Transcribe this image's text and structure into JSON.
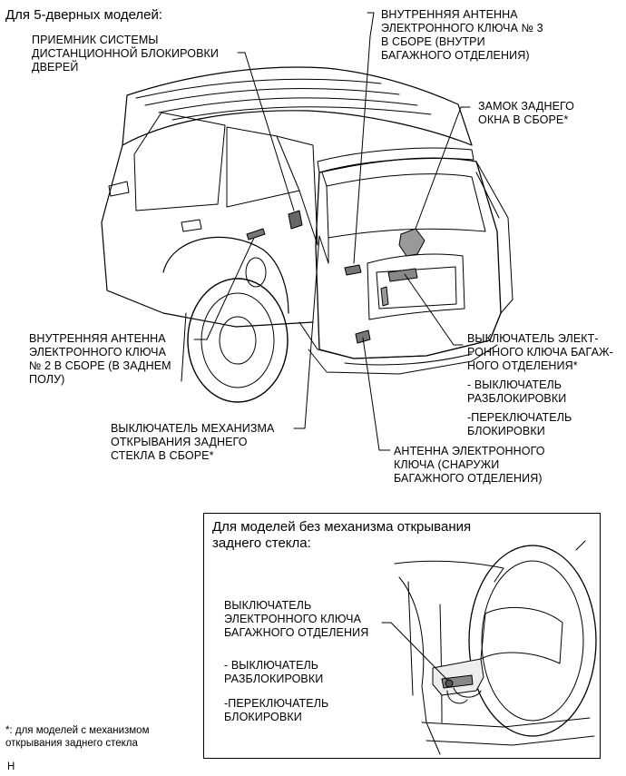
{
  "heading": "Для 5-дверных моделей:",
  "labels": {
    "remote_receiver": "ПРИЕМНИК СИСТЕМЫ\nДИСТАНЦИОННОЙ БЛОКИРОВКИ\nДВЕРЕЙ",
    "antenna_3": "ВНУТРЕННЯЯ АНТЕННА\nЭЛЕКТРОННОГО КЛЮЧА № 3\nВ СБОРЕ (ВНУТРИ\nБАГАЖНОГО ОТДЕЛЕНИЯ)",
    "window_lock": "ЗАМОК ЗАДНЕГО\nОКНА В СБОРЕ*",
    "antenna_2": "ВНУТРЕННЯЯ АНТЕННА\nЭЛЕКТРОННОГО КЛЮЧА\n№ 2 В СБОРЕ (В ЗАДНЕМ\nПОЛУ)",
    "key_switch": "ВЫКЛЮЧАТЕЛЬ ЭЛЕКТ-\nРОННОГО КЛЮЧА БАГАЖ-\nНОГО ОТДЕЛЕНИЯ*",
    "unlock_switch": "- ВЫКЛЮЧАТЕЛЬ\nРАЗБЛОКИРОВКИ",
    "lock_switch": "-ПЕРЕКЛЮЧАТЕЛЬ\nБЛОКИРОВКИ",
    "opener_switch": "ВЫКЛЮЧАТЕЛЬ МЕХАНИЗМА\nОТКРЫВАНИЯ ЗАДНЕГО\nСТЕКЛА В СБОРЕ*",
    "outside_antenna": "АНТЕННА ЭЛЕКТРОННОГО\nКЛЮЧА (СНАРУЖИ\nБАГАЖНОГО ОТДЕЛЕНИЯ)"
  },
  "inset": {
    "heading": "Для моделей без механизма открывания\nзаднего стекла:",
    "key_switch": "ВЫКЛЮЧАТЕЛЬ\nЭЛЕКТРОННОГО КЛЮЧА\nБАГАЖНОГО ОТДЕЛЕНИЯ",
    "unlock_switch": "- ВЫКЛЮЧАТЕЛЬ\nРАЗБЛОКИРОВКИ",
    "lock_switch": "-ПЕРЕКЛЮЧАТЕЛЬ\nБЛОКИРОВКИ"
  },
  "footnote": "*: для моделей с механизмом\nоткрывания заднего стекла",
  "figure_code": "H"
}
